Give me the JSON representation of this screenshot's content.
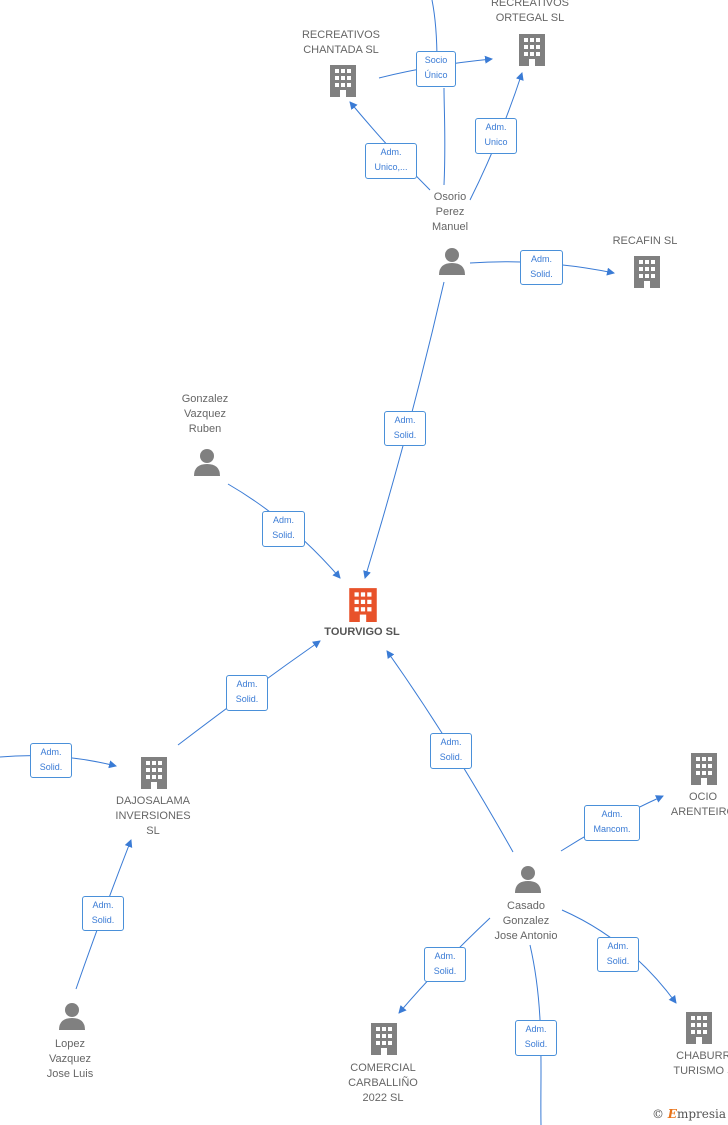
{
  "colors": {
    "edge": "#3a7bd5",
    "building": "#808080",
    "center_building": "#e8522a",
    "person": "#808080"
  },
  "nodes": {
    "recreativos_ortegal": "RECREATIVOS\nORTEGAL  SL",
    "recreativos_chantada": "RECREATIVOS\nCHANTADA SL",
    "osorio": "Osorio\nPerez\nManuel",
    "recafin": "RECAFIN SL",
    "gonzalez_ruben": "Gonzalez\nVazquez\nRuben",
    "tourvigo": "TOURVIGO  SL",
    "dajosalama": "DAJOSALAMA\nINVERSIONES\nSL",
    "ocio_arenteiro": "OCIO\nARENTEIRO",
    "casado": "Casado\nGonzalez\nJose Antonio",
    "lopez": "Lopez\nVazquez\nJose Luis",
    "comercial": "COMERCIAL\nCARBALLIÑO\n2022  SL",
    "chaburra": "CHABURRA\nTURISMO  SL"
  },
  "relations": {
    "socio_unico": "Socio\nÚnico",
    "adm_unico_ortegal": "Adm.\nUnico",
    "adm_unico_chantada": "Adm.\nUnico,...",
    "adm_solid_recafin": "Adm.\nSolid.",
    "adm_solid_osorio_tourvigo": "Adm.\nSolid.",
    "adm_solid_ruben": "Adm.\nSolid.",
    "adm_solid_dajosalama_tourvigo": "Adm.\nSolid.",
    "adm_solid_left_dajosalama": "Adm.\nSolid.",
    "adm_solid_casado_tourvigo": "Adm.\nSolid.",
    "adm_mancom_ocio": "Adm.\nMancom.",
    "adm_solid_lopez": "Adm.\nSolid.",
    "adm_solid_comercial": "Adm.\nSolid.",
    "adm_solid_bottom": "Adm.\nSolid.",
    "adm_solid_chaburra": "Adm.\nSolid."
  },
  "icons": {
    "building": "building-icon",
    "person": "person-icon"
  },
  "brand": {
    "symbol": "©",
    "name": "mpresia",
    "initial": "E"
  }
}
